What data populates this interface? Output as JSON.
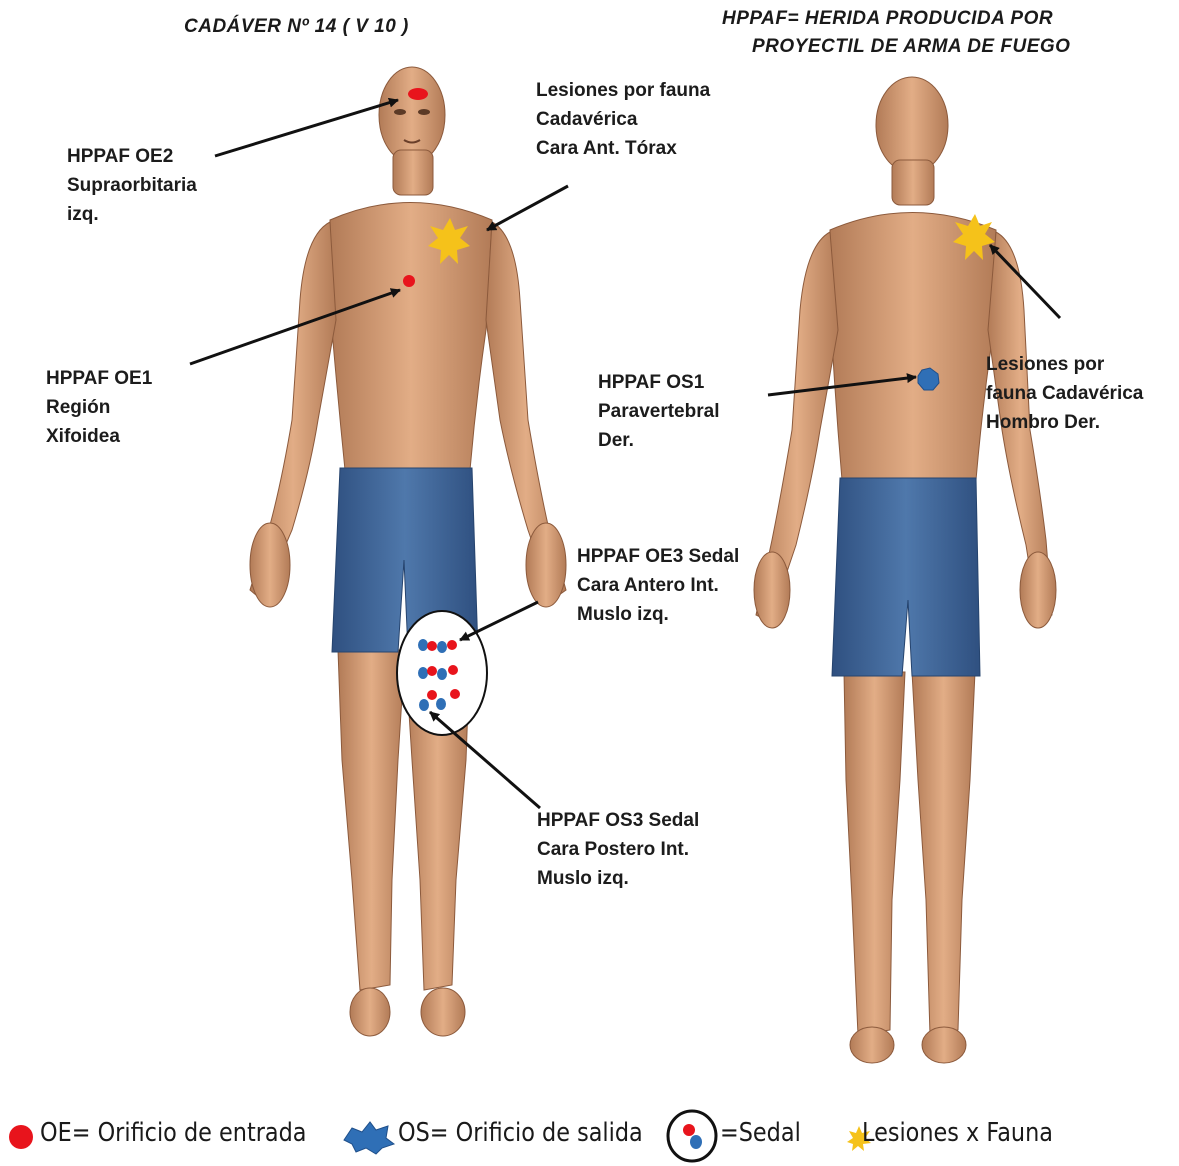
{
  "header": {
    "case_title": "CADÁVER Nº 14   ( V 10 )",
    "definition_line1": "HPPAF=  HERIDA  PRODUCIDA POR",
    "definition_line2": "PROYECTIL DE ARMA DE FUEGO"
  },
  "annotations": {
    "fauna_torax": [
      "Lesiones por fauna",
      "Cadavérica",
      "Cara Ant. Tórax"
    ],
    "oe2": [
      "HPPAF OE2",
      "Supraorbitaria",
      "izq."
    ],
    "oe1": [
      "HPPAF OE1",
      "Región",
      "Xifoidea"
    ],
    "os1": [
      "HPPAF OS1",
      "Paravertebral",
      "Der."
    ],
    "fauna_hombro": [
      "Lesiones por",
      "fauna Cadavérica",
      "Hombro Der."
    ],
    "oe3": [
      "HPPAF OE3 Sedal",
      "Cara Antero Int.",
      "Muslo izq."
    ],
    "os3": [
      "HPPAF OS3 Sedal",
      "Cara Postero Int.",
      "Muslo izq."
    ]
  },
  "legend": {
    "oe": "OE= Orificio de entrada",
    "os": "OS= Orificio de salida",
    "sedal": "=Sedal",
    "fauna": "Lesiones x Fauna"
  },
  "colors": {
    "entry_wound": "#e8141c",
    "exit_wound": "#2f6fb6",
    "fauna_lesion": "#f5c21a",
    "skin": "#d9a27a",
    "shorts": "#3f6596"
  }
}
